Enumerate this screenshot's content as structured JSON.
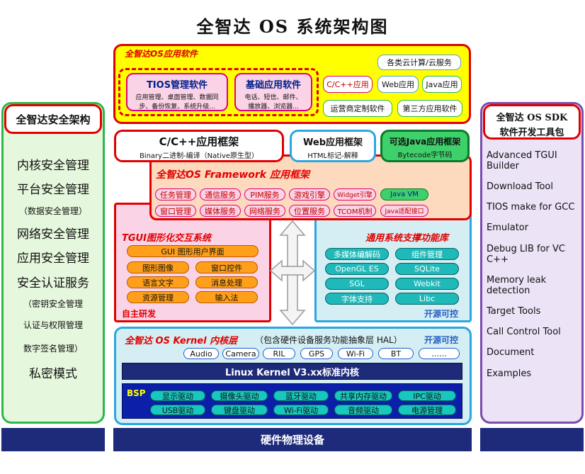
{
  "title": "全智达 OS 系统架构图",
  "app_layer": {
    "label": "全智达OS应用软件",
    "tios": {
      "title": "TIOS管理软件",
      "desc1": "应用管理、桌面管理、数据同",
      "desc2": "步、备份恢复、系统升级..."
    },
    "basic": {
      "title": "基础应用软件",
      "desc1": "电话、短信、邮件、",
      "desc2": "播放器、浏览器..."
    },
    "cloud": "各类云计算/云服务",
    "cpp": "C/C++应用",
    "web": "Web应用",
    "java": "Java应用",
    "operator": "运营商定制软件",
    "third": "第三方应用软件"
  },
  "frameworks": {
    "cpp": {
      "title": "C/C++应用框架",
      "sub": "Binary二进制-编译（Native原生型）"
    },
    "web": {
      "title": "Web应用框架",
      "sub": "HTML标记-解释"
    },
    "java": {
      "title": "可选Java应用框架",
      "sub": "Bytecode字节码"
    }
  },
  "os_framework": {
    "label": "全智达OS Framework 应用框架",
    "row1": [
      "任务管理",
      "通信服务",
      "PIM服务",
      "游戏引擎",
      "Widget引擎",
      "Java VM"
    ],
    "row2": [
      "窗口管理",
      "媒体服务",
      "网络服务",
      "位置服务",
      "TCOM机制",
      "Java适配接口"
    ]
  },
  "tgui": {
    "label": "TGUI图形化交互系统",
    "gui": "GUI 图形用户界面",
    "items": [
      "图形图像",
      "窗口控件",
      "语言文字",
      "消息处理",
      "资源管理",
      "输入法"
    ],
    "footer": "自主研发"
  },
  "support": {
    "label": "通用系统支撑功能库",
    "items": [
      "多媒体编解码",
      "组件管理",
      "OpenGL ES",
      "SQLite",
      "SGL",
      "Webkit",
      "字体支持",
      "Libc"
    ],
    "footer": "开源可控"
  },
  "kernel": {
    "label": "全智达 OS Kernel 内核层",
    "note": "（包含硬件设备服务功能抽象层 HAL）",
    "tag": "开源可控",
    "hal": [
      "Audio",
      "Camera",
      "RIL",
      "GPS",
      "Wi-Fi",
      "BT",
      "……"
    ],
    "linux": "Linux Kernel V3.xx标准内核",
    "bsp_label": "BSP",
    "bsp_row1": [
      "显示驱动",
      "摄像头驱动",
      "蓝牙驱动",
      "共享内存驱动",
      "IPC驱动"
    ],
    "bsp_row2": [
      "USB驱动",
      "键盘驱动",
      "Wi-Fi驱动",
      "音频驱动",
      "电源管理"
    ]
  },
  "hardware": "硬件物理设备",
  "security": {
    "title": "全智达安全架构",
    "items": [
      {
        "text": "内核安全管理",
        "size": "big"
      },
      {
        "text": "平台安全管理",
        "size": "big"
      },
      {
        "text": "（数据安全管理）",
        "size": "small"
      },
      {
        "text": "网络安全管理",
        "size": "big"
      },
      {
        "text": "应用安全管理",
        "size": "big"
      },
      {
        "text": "安全认证服务",
        "size": "big"
      },
      {
        "text": "（密钥安全管理",
        "size": "small"
      },
      {
        "text": "认证与权限管理",
        "size": "small"
      },
      {
        "text": "数字签名管理）",
        "size": "small"
      },
      {
        "text": "私密模式",
        "size": "big"
      }
    ]
  },
  "sdk": {
    "title1": "全智达 OS SDK",
    "title2": "软件开发工具包",
    "items": [
      "Advanced TGUI Builder",
      "Download Tool",
      "TIOS make for GCC",
      "Emulator",
      "Debug LIB for VC C++",
      "Memory leak detection",
      "Target Tools",
      "Call Control Tool",
      "Document",
      "Examples"
    ]
  },
  "colors": {
    "red": "#e10000",
    "yellow": "#ffff00",
    "navy": "#1d2b7a",
    "green": "#00a651",
    "purple": "#7b4bb0",
    "blue": "#2aa7e0"
  }
}
